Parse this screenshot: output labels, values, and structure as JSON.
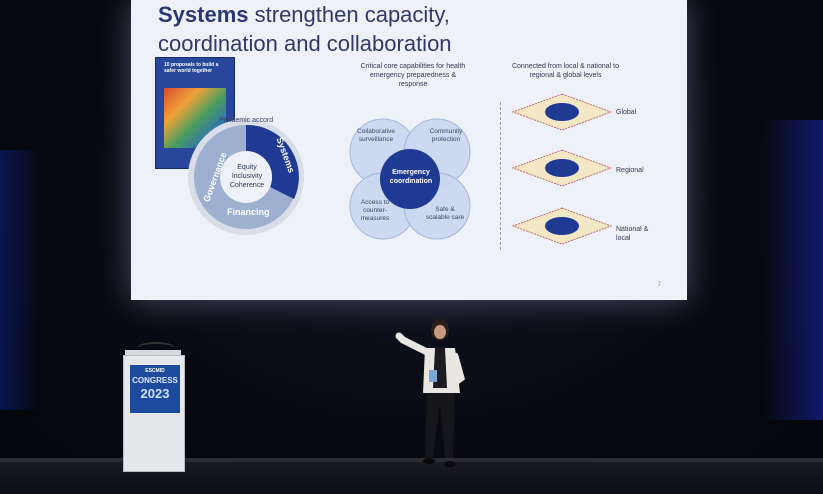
{
  "slide": {
    "title_bold": "Systems",
    "title_rest_line1": " strengthen capacity,",
    "title_line2": "coordination and collaboration",
    "report": {
      "title": "10 proposals to build a safer world together",
      "subtitle": "Strengthening the Global Architecture for Health Emergency Preparedness, Response and Resilience"
    },
    "circle": {
      "pandemic_label": "Pandemic accord",
      "governance_label": "Governance",
      "systems_label": "Systems",
      "financing_label": "Financing",
      "center_line1": "Equity",
      "center_line2": "Inclusivity",
      "center_line3": "Coherence"
    },
    "capabilities": {
      "heading_line1": "Critical core capabilities for health",
      "heading_line2": "emergency preparedness &",
      "heading_line3": "response",
      "top_left_line1": "Collaborative",
      "top_left_line2": "surveillance",
      "top_right_line1": "Community",
      "top_right_line2": "protection",
      "bottom_left_line1": "Access to",
      "bottom_left_line2": "counter-",
      "bottom_left_line3": "measures",
      "bottom_right_line1": "Safe &",
      "bottom_right_line2": "scalable care",
      "center_line1": "Emergency",
      "center_line2": "coordination"
    },
    "levels": {
      "heading_line1": "Connected from local & national to",
      "heading_line2": "regional & global levels",
      "global_label": "Global",
      "regional_label": "Regional",
      "national_line1": "National &",
      "national_line2": "local"
    },
    "page_number": "7"
  },
  "podium": {
    "line1": "ESCMID",
    "line2": "CONGRESS",
    "line3": "2023"
  },
  "colors": {
    "navy": "#1f3a93",
    "slide_bg": "#eef1f8",
    "light_circle": "#c9d7f0",
    "podium_blue": "#1d4a9c"
  }
}
